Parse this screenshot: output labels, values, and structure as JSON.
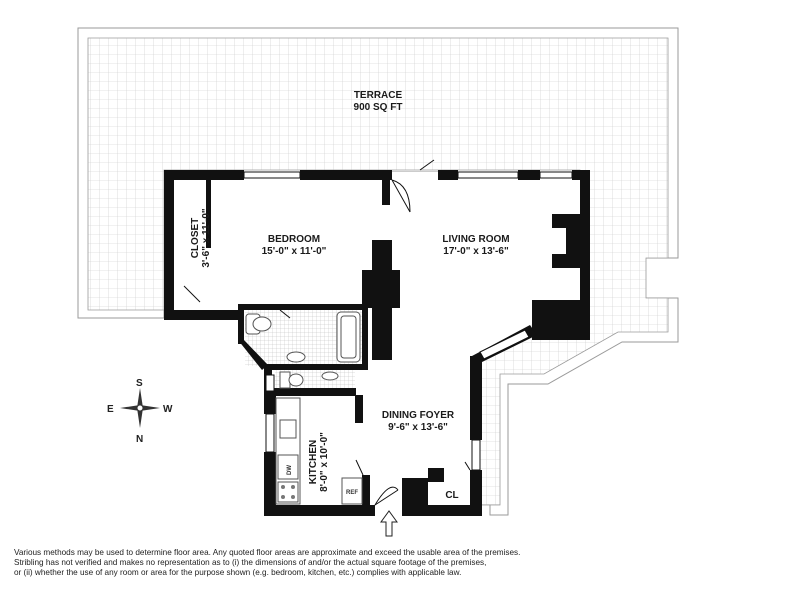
{
  "rooms": {
    "terrace": {
      "name": "TERRACE",
      "size": "900 SQ FT"
    },
    "bedroom": {
      "name": "BEDROOM",
      "size": "15'-0\" x 11'-0\""
    },
    "living_room": {
      "name": "LIVING ROOM",
      "size": "17'-0\" x 13'-6\""
    },
    "closet": {
      "name": "CLOSET",
      "size": "3'-6\" x 11'-0\""
    },
    "dining_foyer": {
      "name": "DINING FOYER",
      "size": "9'-6\" x 13'-6\""
    },
    "kitchen": {
      "name": "KITCHEN",
      "size": "8'-0\" x 10'-0\""
    },
    "cl": {
      "name": "CL"
    }
  },
  "appliances": {
    "dishwasher": "DW",
    "refrigerator": "REF"
  },
  "compass": {
    "south": "S",
    "north": "N",
    "east": "E",
    "west": "W"
  },
  "disclaimer": [
    "Various methods may be used to determine floor area.  Any quoted floor areas are approximate and exceed the usable area of the premises.",
    "Stribling has not verified and makes no representation as to (i) the dimensions of and/or the actual square footage of the premises,",
    "or (ii) whether the use of any room or area for the purpose shown (e.g. bedroom, kitchen, etc.) complies with applicable law."
  ],
  "colors": {
    "wall": "#111111",
    "grid": "#c8c8c8",
    "terrace_border": "#9a9a9a",
    "fixture": "#555555"
  }
}
